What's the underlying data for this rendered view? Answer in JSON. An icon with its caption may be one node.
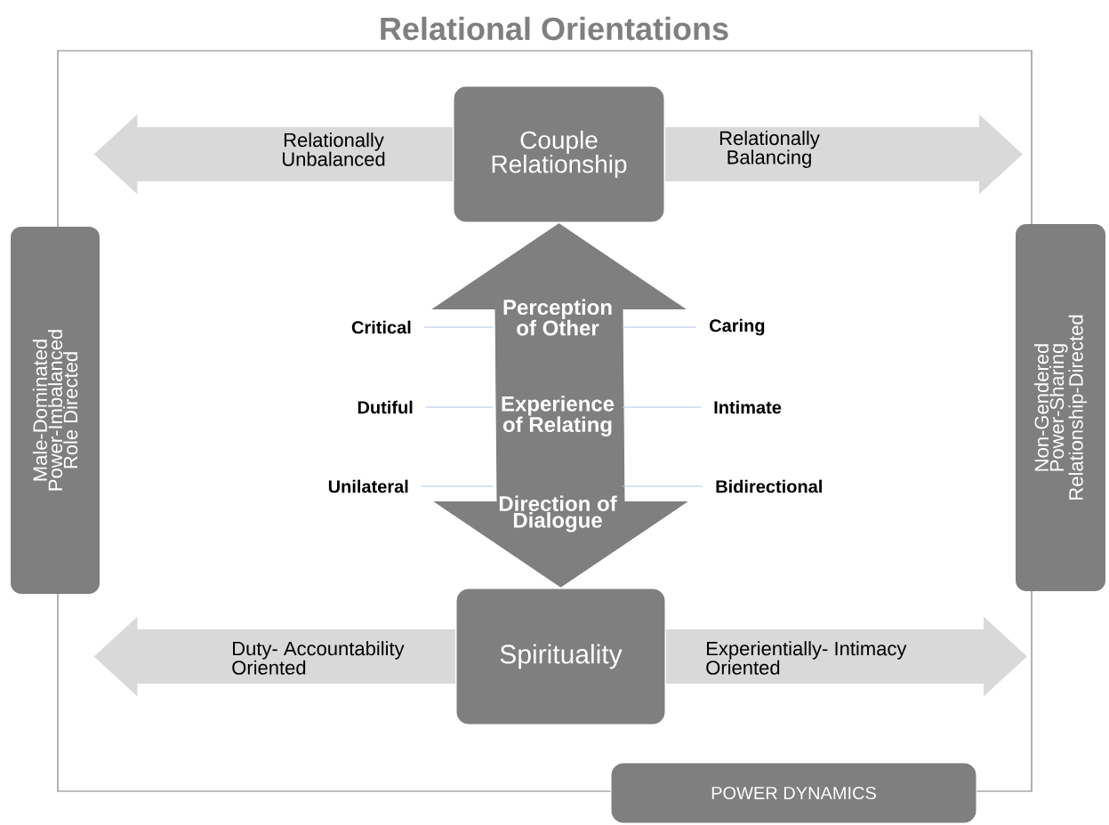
{
  "diagram": {
    "title": "Relational Orientations",
    "nodes": [
      {
        "text": [
          "Couple Relationship"
        ]
      },
      {
        "text": [
          "Relationally Unbalanced"
        ]
      },
      {
        "text": [
          "Relationally Balancing"
        ]
      },
      {
        "text": [
          "Male-Dominated Power-Imbalanced Role Directed"
        ]
      },
      {
        "text": [
          "Non-Gendered Power-Sharing Relationship-Directed"
        ]
      },
      {
        "text": [
          "Critical"
        ]
      },
      {
        "text": [
          "Perception of Other"
        ]
      },
      {
        "text": [
          "Caring"
        ]
      },
      {
        "text": [
          "Dutiful"
        ]
      },
      {
        "text": [
          "Experience of Relating"
        ]
      },
      {
        "text": [
          "Intimate"
        ]
      },
      {
        "text": [
          "Unilateral"
        ]
      },
      {
        "text": [
          "Direction of Dialogue"
        ]
      },
      {
        "text": [
          "Bidirectional"
        ]
      },
      {
        "text": [
          "Spirituality"
        ]
      },
      {
        "text": [
          "Duty- Accountability Oriented"
        ]
      },
      {
        "text": [
          "Experientially- Intimacy Oriented"
        ]
      },
      {
        "text": [
          "POWER DYNAMICS"
        ]
      }
    ],
    "edges": [
      {
        "from": 14,
        "to": 0,
        "arrow": "both",
        "style": "thick",
        "color": "#7f7f7f"
      },
      {
        "from": 0,
        "to": 3,
        "arrow": "to",
        "style": "thick",
        "color": "#d9d9d9"
      },
      {
        "from": 0,
        "to": 4,
        "arrow": "to",
        "style": "thick",
        "color": "#d9d9d9"
      },
      {
        "from": 14,
        "to": 3,
        "arrow": "to",
        "style": "thick",
        "color": "#d9d9d9"
      },
      {
        "from": 14,
        "to": 4,
        "arrow": "to",
        "style": "thick",
        "color": "#d9d9d9"
      },
      {
        "from": 5,
        "to": 6,
        "arrow": "none"
      },
      {
        "from": 7,
        "to": 6,
        "arrow": "none"
      },
      {
        "from": 8,
        "to": 9,
        "arrow": "none"
      },
      {
        "from": 10,
        "to": 9,
        "arrow": "none"
      },
      {
        "from": 11,
        "to": 12,
        "arrow": "none"
      },
      {
        "from": 13,
        "to": 12,
        "arrow": "none"
      }
    ]
  }
}
